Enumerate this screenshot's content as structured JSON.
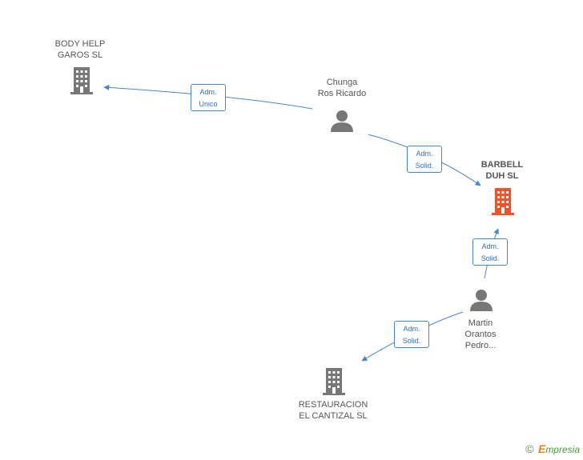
{
  "nodes": {
    "body_help": {
      "line1": "BODY HELP",
      "line2": "GAROS  SL"
    },
    "chunga": {
      "line1": "Chunga",
      "line2": "Ros Ricardo"
    },
    "barbell": {
      "line1": "BARBELL",
      "line2": "DUH SL"
    },
    "martin": {
      "line1": "Martin",
      "line2": "Orantos",
      "line3": "Pedro..."
    },
    "restauracion": {
      "line1": "RESTAURACION",
      "line2": "EL CANTIZAL SL"
    }
  },
  "edges": {
    "chunga_body": {
      "line1": "Adm.",
      "line2": "Unico"
    },
    "chunga_barbell": {
      "line1": "Adm.",
      "line2": "Solid."
    },
    "martin_barbell": {
      "line1": "Adm.",
      "line2": "Solid."
    },
    "martin_restauracion": {
      "line1": "Adm.",
      "line2": "Solid."
    }
  },
  "colors": {
    "edge": "#4a86d0",
    "company": "#777777",
    "focus_company": "#f0532a",
    "person": "#777777"
  },
  "footer": {
    "copyright": "©",
    "brand_first": "E",
    "brand_rest": "mpresia"
  }
}
